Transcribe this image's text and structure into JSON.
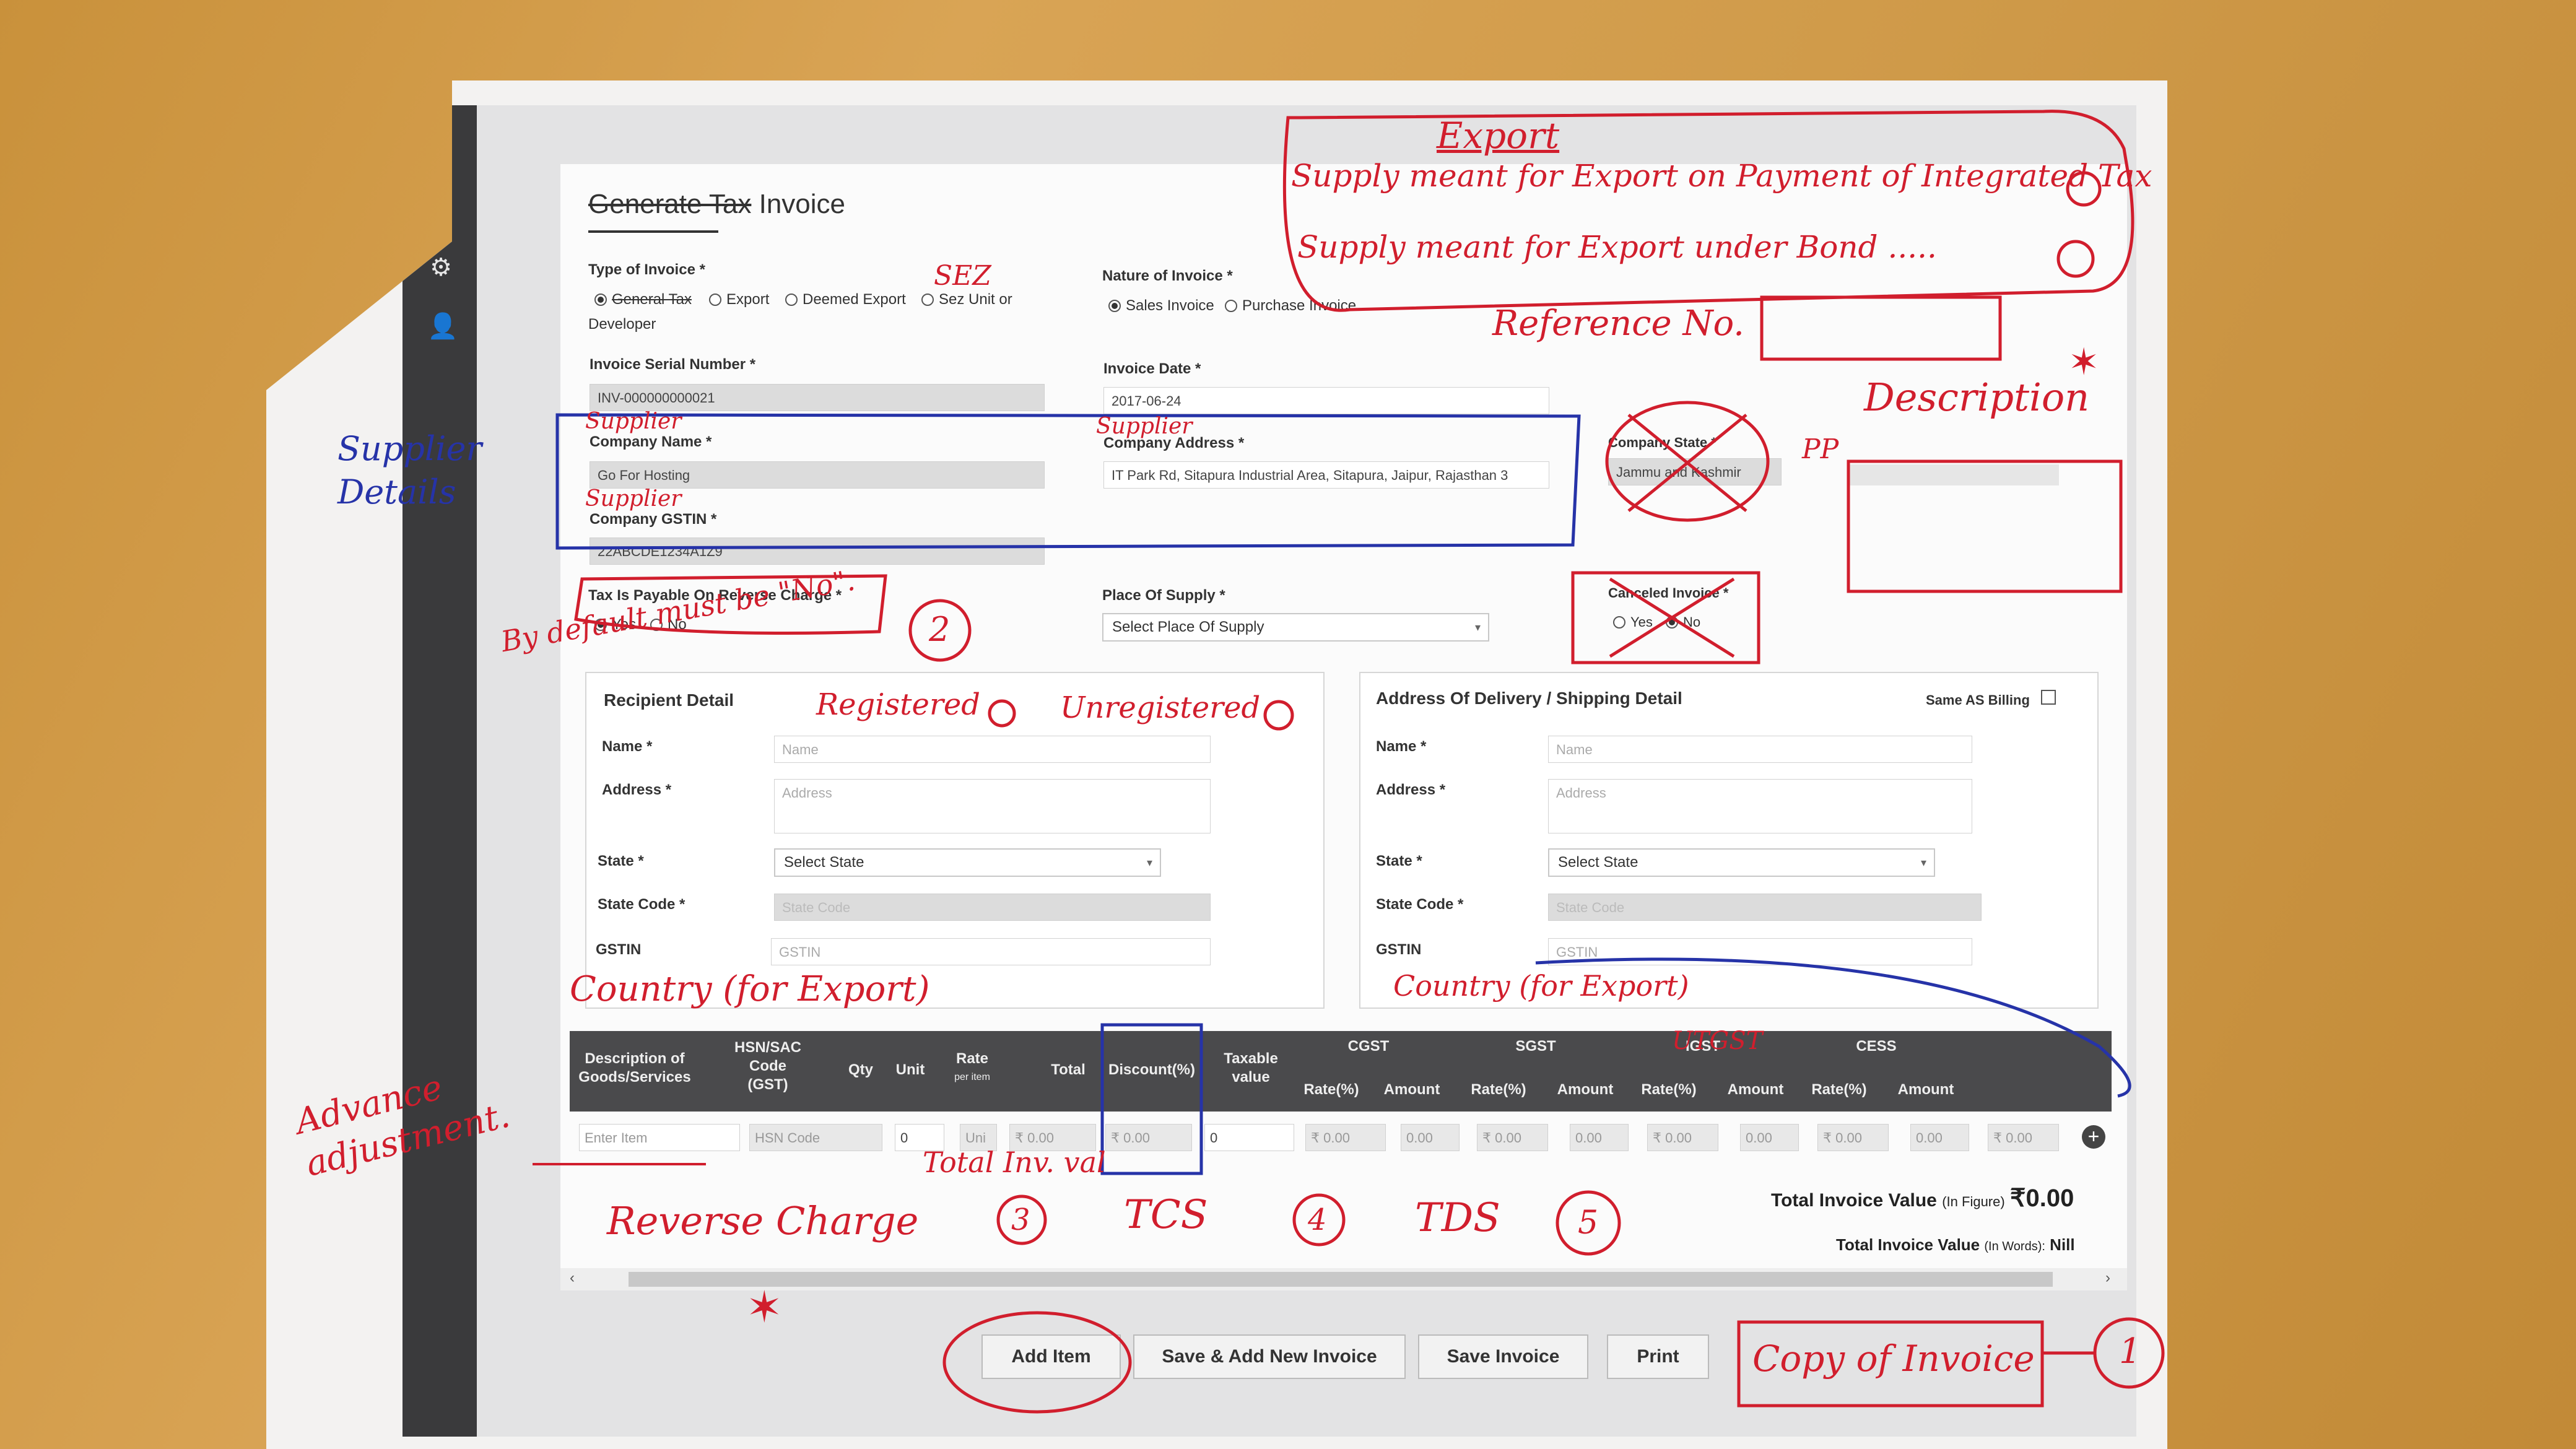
{
  "page": {
    "title_struck": "Generate Tax",
    "title": "Invoice"
  },
  "type_of_invoice": {
    "label": "Type of Invoice *",
    "options": [
      "General Tax",
      "Export",
      "Deemed Export",
      "Sez Unit or",
      "Developer"
    ]
  },
  "nature_of_invoice": {
    "label": "Nature of Invoice *",
    "options": [
      "Sales Invoice",
      "Purchase Invoice"
    ]
  },
  "serial": {
    "label": "Invoice Serial Number *",
    "value": "INV-000000000021"
  },
  "invoice_date": {
    "label": "Invoice Date *",
    "value": "2017-06-24"
  },
  "company": {
    "name_label": "Company Name *",
    "name_value": "Go For Hosting",
    "address_label": "Company Address *",
    "address_value": "IT Park Rd, Sitapura Industrial Area, Sitapura, Jaipur, Rajasthan 3",
    "state_label": "Company State *",
    "state_value": "Jammu and Kashmir",
    "gstin_label": "Company GSTIN *",
    "gstin_value": "22ABCDE1234A1Z9"
  },
  "reverse_charge": {
    "label": "Tax Is Payable On Reverse Charge *",
    "yes": "Yes",
    "no": "No"
  },
  "place_of_supply": {
    "label": "Place Of Supply *",
    "value": "Select Place Of Supply"
  },
  "cancelled": {
    "label": "Canceled Invoice *",
    "yes": "Yes",
    "no": "No"
  },
  "recipient": {
    "title": "Recipient Detail",
    "name_label": "Name *",
    "name_ph": "Name",
    "address_label": "Address *",
    "address_ph": "Address",
    "state_label": "State *",
    "state_value": "Select State",
    "state_code_label": "State Code *",
    "state_code_ph": "State Code",
    "gstin_label": "GSTIN",
    "gstin_ph": "GSTIN"
  },
  "shipping": {
    "title": "Address Of Delivery / Shipping Detail",
    "same_as_billing": "Same AS Billing",
    "name_label": "Name *",
    "name_ph": "Name",
    "address_label": "Address *",
    "address_ph": "Address",
    "state_label": "State *",
    "state_value": "Select State",
    "state_code_label": "State Code *",
    "state_code_ph": "State Code",
    "gstin_label": "GSTIN",
    "gstin_ph": "GSTIN"
  },
  "table": {
    "headers": {
      "desc": "Description of Goods/Services",
      "hsn": "HSN/SAC Code (GST)",
      "qty": "Qty",
      "unit": "Unit",
      "rate": "Rate",
      "rate_sub": "per item",
      "total": "Total",
      "discount": "Discount(%)",
      "taxable": "Taxable value",
      "cgst": "CGST",
      "sgst": "SGST",
      "igst": "IGST",
      "cess": "CESS",
      "rate_pct": "Rate(%)",
      "amount": "Amount"
    },
    "row": {
      "item_ph": "Enter Item",
      "hsn_ph": "HSN Code",
      "qty": "0",
      "unit": "Uni",
      "money": "₹ 0.00",
      "discount": "0",
      "rate": "0.00"
    }
  },
  "totals": {
    "figure_label": "Total Invoice Value",
    "figure_sub": "(In Figure)",
    "figure_value": "₹0.00",
    "words_label": "Total Invoice Value",
    "words_sub": "(In Words):",
    "words_value": "Nill"
  },
  "buttons": {
    "add_item": "Add Item",
    "save_add_new": "Save & Add New Invoice",
    "save": "Save Invoice",
    "print": "Print"
  },
  "annotations": {
    "export_title": "Export",
    "export_opt1": "Supply meant for Export on Payment of Integrated Tax",
    "export_opt2": "Supply meant for Export under Bond .....",
    "sez": "SEZ",
    "reference_no": "Reference No.",
    "description": "Description",
    "pp": "PP",
    "supplier_details": "Supplier Details",
    "supplier": "Supplier",
    "default_no": "By default must be \"No\".",
    "num_2": "2",
    "registered": "Registered",
    "unregistered": "Unregistered",
    "country_export": "Country (for Export)",
    "advance_adjustment": "Advance adjustment.",
    "total_inv_val": "Total Inv. val",
    "reverse_charge": "Reverse Charge",
    "num_3": "3",
    "tcs": "TCS",
    "num_4": "4",
    "tds": "TDS",
    "num_5": "5",
    "copy_invoice": "Copy of Invoice",
    "num_1": "1",
    "utgst": "UTGST"
  },
  "colors": {
    "annotation_red": "#d11e2d",
    "annotation_blue": "#2633a8",
    "table_header": "#4a4a4c"
  }
}
